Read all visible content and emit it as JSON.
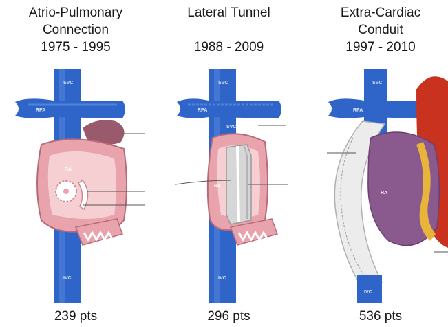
{
  "panels": [
    {
      "title_lines": [
        "Atrio-Pulmonary",
        "Connection",
        "1975 - 1995"
      ],
      "count": "239 pts",
      "labels": {
        "svc": "SVC",
        "rpa": "RPA",
        "ra": "RA",
        "ivc": "IVC"
      }
    },
    {
      "title_lines": [
        "Lateral Tunnel",
        "",
        "1988 - 2009"
      ],
      "count": "296 pts",
      "labels": {
        "svc": "SVC",
        "rpa": "RPA",
        "svc2": "SVC",
        "ra": "RA",
        "ivc": "IVC"
      }
    },
    {
      "title_lines": [
        "Extra-Cardiac",
        "Conduit",
        "1997 - 2010"
      ],
      "count": "536 pts",
      "labels": {
        "svc": "SVC",
        "rpa": "RPA",
        "ra": "RA",
        "ivc": "IVC"
      }
    }
  ],
  "colors": {
    "vessel": "#2f64c8",
    "vessel_dark": "#1f47a0",
    "atrium": "#e8a3ad",
    "atrium_inner": "#f6cfd3",
    "tunnel": "#d6d6d6",
    "heart_purple": "#8a5a8e",
    "heart_red": "#c8321e",
    "fat_yellow": "#e9b43a"
  }
}
